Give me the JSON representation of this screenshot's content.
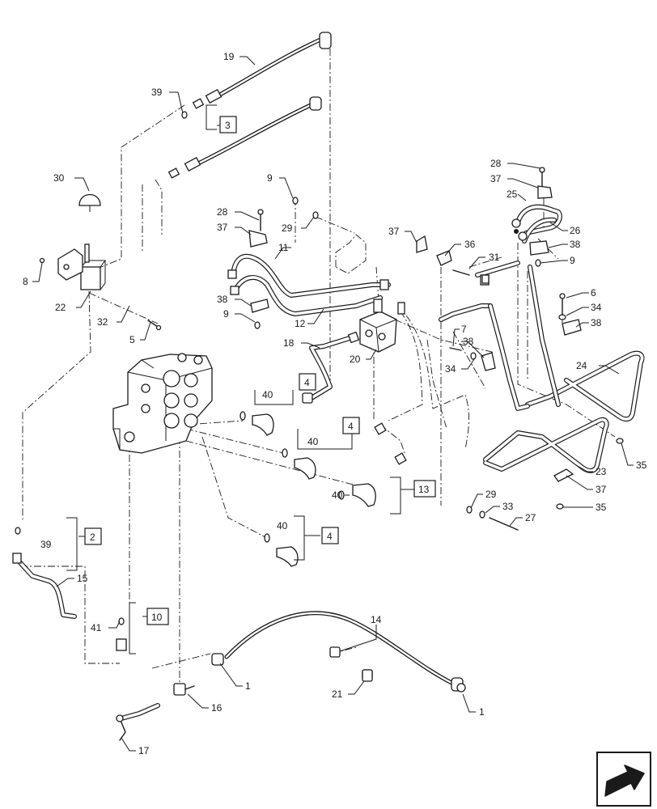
{
  "callouts": [
    {
      "id": "c19",
      "text": "19"
    },
    {
      "id": "c39a",
      "text": "39"
    },
    {
      "id": "c30",
      "text": "30"
    },
    {
      "id": "c8",
      "text": "8"
    },
    {
      "id": "c22",
      "text": "22"
    },
    {
      "id": "c32",
      "text": "32"
    },
    {
      "id": "c5",
      "text": "5"
    },
    {
      "id": "c9a",
      "text": "9"
    },
    {
      "id": "c29a",
      "text": "29"
    },
    {
      "id": "c28a",
      "text": "28"
    },
    {
      "id": "c37a",
      "text": "37"
    },
    {
      "id": "c11",
      "text": "11"
    },
    {
      "id": "c38a",
      "text": "38"
    },
    {
      "id": "c9b",
      "text": "9"
    },
    {
      "id": "c12",
      "text": "12"
    },
    {
      "id": "c18",
      "text": "18"
    },
    {
      "id": "c20",
      "text": "20"
    },
    {
      "id": "c37b",
      "text": "37"
    },
    {
      "id": "c36",
      "text": "36"
    },
    {
      "id": "c31",
      "text": "31"
    },
    {
      "id": "c28b",
      "text": "28"
    },
    {
      "id": "c37c",
      "text": "37"
    },
    {
      "id": "c25",
      "text": "25"
    },
    {
      "id": "c26",
      "text": "26"
    },
    {
      "id": "c38b",
      "text": "38"
    },
    {
      "id": "c9c",
      "text": "9"
    },
    {
      "id": "c6",
      "text": "6"
    },
    {
      "id": "c34a",
      "text": "34"
    },
    {
      "id": "c38c",
      "text": "38"
    },
    {
      "id": "c7",
      "text": "7"
    },
    {
      "id": "c38d",
      "text": "38"
    },
    {
      "id": "c34b",
      "text": "34"
    },
    {
      "id": "c24",
      "text": "24"
    },
    {
      "id": "c40a",
      "text": "40"
    },
    {
      "id": "c40b",
      "text": "40"
    },
    {
      "id": "c40c",
      "text": "40"
    },
    {
      "id": "c40d",
      "text": "40"
    },
    {
      "id": "c23",
      "text": "23"
    },
    {
      "id": "c35a",
      "text": "35"
    },
    {
      "id": "c37d",
      "text": "37"
    },
    {
      "id": "c35b",
      "text": "35"
    },
    {
      "id": "c29b",
      "text": "29"
    },
    {
      "id": "c33",
      "text": "33"
    },
    {
      "id": "c27",
      "text": "27"
    },
    {
      "id": "c39b",
      "text": "39"
    },
    {
      "id": "c15",
      "text": "15"
    },
    {
      "id": "c41",
      "text": "41"
    },
    {
      "id": "c14",
      "text": "14"
    },
    {
      "id": "c1a",
      "text": "1"
    },
    {
      "id": "c16",
      "text": "16"
    },
    {
      "id": "c21",
      "text": "21"
    },
    {
      "id": "c1b",
      "text": "1"
    },
    {
      "id": "c17",
      "text": "17"
    }
  ],
  "boxed_callouts": [
    {
      "id": "b3",
      "text": "3"
    },
    {
      "id": "b4a",
      "text": "4"
    },
    {
      "id": "b4b",
      "text": "4"
    },
    {
      "id": "b13",
      "text": "13"
    },
    {
      "id": "b4c",
      "text": "4"
    },
    {
      "id": "b2",
      "text": "2"
    },
    {
      "id": "b10",
      "text": "10"
    }
  ],
  "icons": {
    "nav_arrow": "back-arrow-icon"
  }
}
